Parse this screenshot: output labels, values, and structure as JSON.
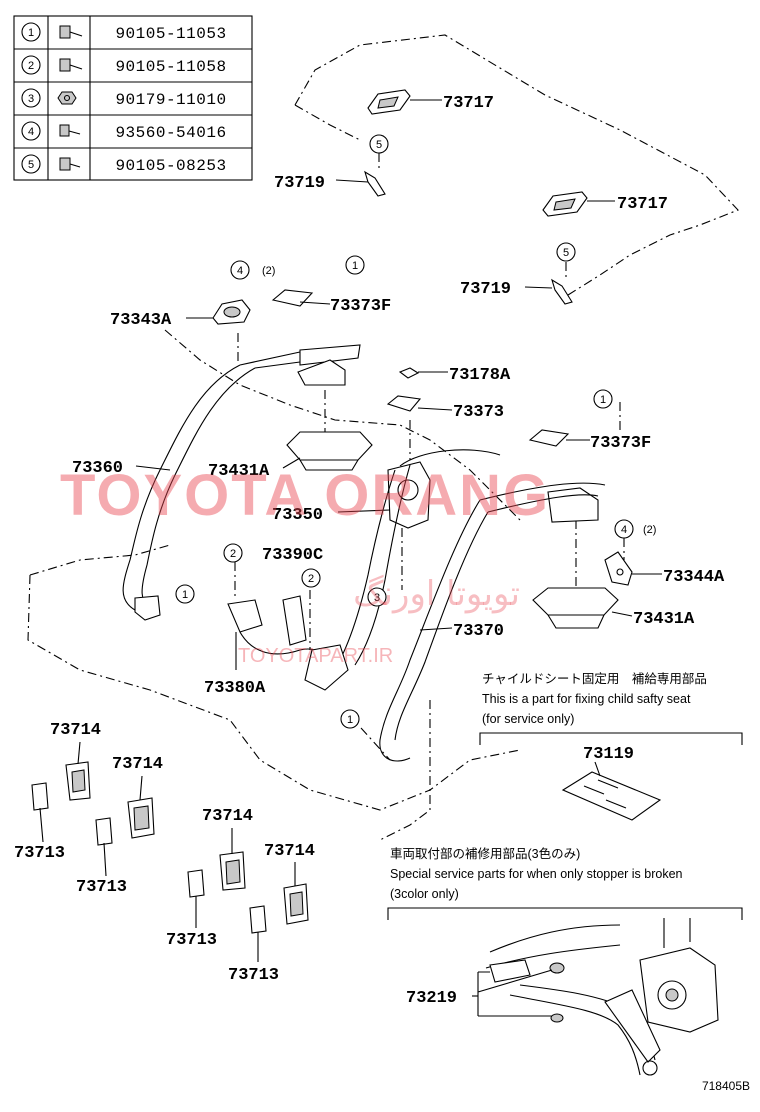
{
  "fastener_table": [
    {
      "num": "1",
      "part": "90105-11053"
    },
    {
      "num": "2",
      "part": "90105-11058"
    },
    {
      "num": "3",
      "part": "90179-11010"
    },
    {
      "num": "4",
      "part": "93560-54016"
    },
    {
      "num": "5",
      "part": "90105-08253"
    }
  ],
  "labels": {
    "p73717a": "73717",
    "p73717b": "73717",
    "p73719a": "73719",
    "p73719b": "73719",
    "p73343A": "73343A",
    "p73373Fa": "73373F",
    "p73373Fb": "73373F",
    "p73178A": "73178A",
    "p73373": "73373",
    "p73360": "73360",
    "p73431Aa": "73431A",
    "p73431Ab": "73431A",
    "p73350": "73350",
    "p73344A": "73344A",
    "p73390C": "73390C",
    "p73370": "73370",
    "p73380A": "73380A",
    "p73119": "73119",
    "p73219": "73219",
    "p73714a": "73714",
    "p73714b": "73714",
    "p73714c": "73714",
    "p73714d": "73714",
    "p73713a": "73713",
    "p73713b": "73713",
    "p73713c": "73713",
    "p73713d": "73713"
  },
  "callouts": {
    "c5a": "5",
    "c5b": "5",
    "c4a": "4",
    "c4a_qty": "(2)",
    "c1a": "1",
    "c1b": "1",
    "c4b": "4",
    "c4b_qty": "(2)",
    "c2a": "2",
    "c2b": "2",
    "c1c": "1",
    "c3": "3",
    "c1d": "1"
  },
  "notes": {
    "child_jp": "チャイルドシート固定用　補給専用部品",
    "child_en1": "This is a part for fixing child safty seat",
    "child_en2": "(for service only)",
    "stopper_jp": "車両取付部の補修用部品(3色のみ)",
    "stopper_en1": "Special service parts for when only stopper is broken",
    "stopper_en2": "(3color only)"
  },
  "watermark": {
    "main": "TOYOTA ORANG",
    "persian": "تویوتا اورنگ",
    "url": "TOYOTAPART.IR"
  },
  "figure_ref": "718405B",
  "colors": {
    "ink": "#000000",
    "watermark": "#e8454f",
    "background": "#ffffff"
  }
}
